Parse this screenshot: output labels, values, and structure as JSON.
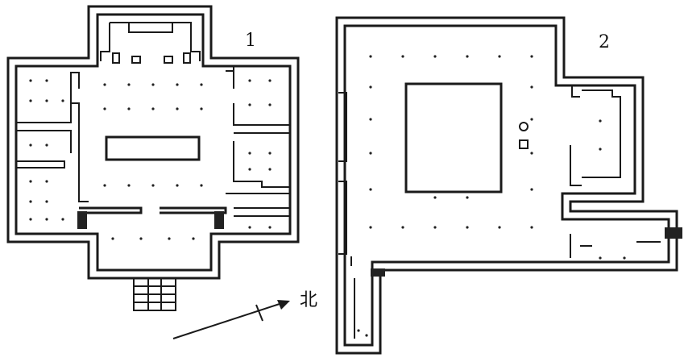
{
  "plans": [
    {
      "label": "1"
    },
    {
      "label": "2"
    }
  ],
  "compass": {
    "label": "北"
  }
}
